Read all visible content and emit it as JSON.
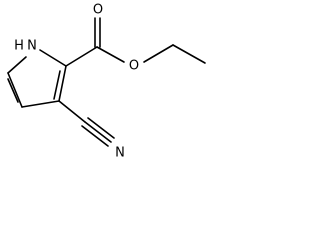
{
  "molecule": {
    "atoms": {
      "nh": "N",
      "nh_h": "H",
      "carbonyl_o": "O",
      "ester_o": "O",
      "nitrile_n": "N"
    }
  }
}
